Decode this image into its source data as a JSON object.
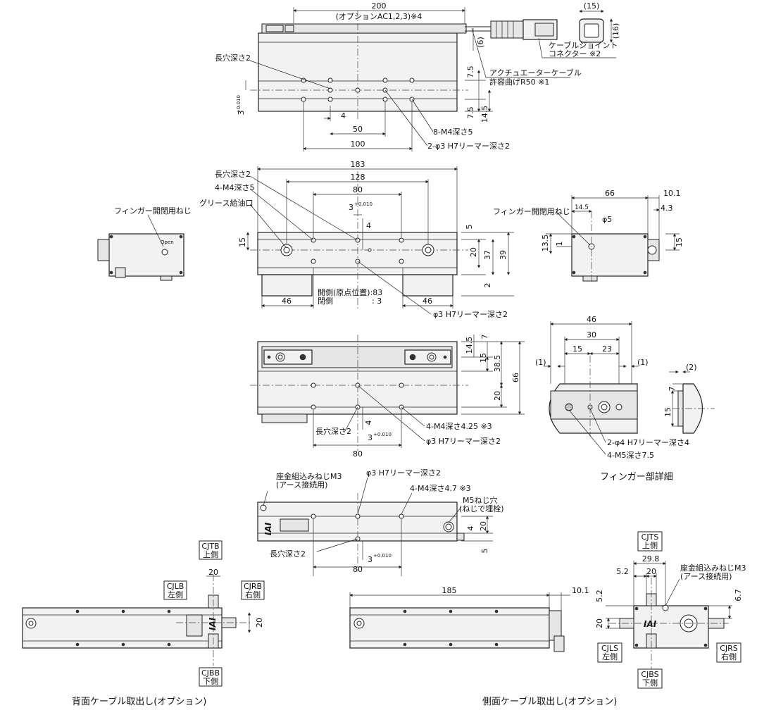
{
  "top_view": {
    "dims": {
      "d200": "200",
      "d_option": "(オプションAC1,2,3)※4",
      "d15": "(15)",
      "d16": "(16)",
      "d6": "(6)",
      "d7_5a": "7.5",
      "d7_5b": "7.5",
      "d14_5": "14.5",
      "d4": "4",
      "d50": "50",
      "d100": "100",
      "d3tol": "3"
    },
    "labels": {
      "slot": "長穴深さ2",
      "cable_joint": "ケーブルジョイント",
      "connector": "コネクター ※2",
      "actuator_cable": "アクチュエーターケーブル",
      "bend": "許容曲げR50 ※1",
      "m4": "8-M4深さ5",
      "reamer": "2-φ3 H7リーマー深さ2"
    }
  },
  "front_view": {
    "dims": {
      "d183": "183",
      "d128": "128",
      "d80": "80",
      "d3": "3",
      "d4": "4",
      "d5": "5",
      "d15": "15",
      "d20": "20",
      "d37": "37",
      "d39": "39",
      "d2": "2",
      "d46a": "46",
      "d46b": "46"
    },
    "labels": {
      "slot": "長穴深さ2",
      "m4": "4-M4深さ5",
      "grease": "グリース給油口",
      "finger_screw": "フィンガー開閉用ねじ",
      "open_pos": "開側(原点位置):83",
      "close_pos": "閉側　　　　　:  3",
      "reamer": "φ3 H7リーマー深さ2",
      "open_mark": "Open"
    }
  },
  "side_view": {
    "dims": {
      "d66": "66",
      "d10_1": "10.1",
      "d14_5": "14.5",
      "d4_3": "4.3",
      "d13_5": "13.5",
      "d1": "1",
      "d15": "15",
      "d5": "φ5"
    },
    "labels": {
      "finger_screw": "フィンガー開閉用ねじ"
    }
  },
  "bottom_view": {
    "dims": {
      "d14_5": "14.5",
      "d7": "7",
      "d15": "15",
      "d38_5": "38.5",
      "d66": "66",
      "d20": "20",
      "d4": "4",
      "d3": "3",
      "d80": "80"
    },
    "labels": {
      "m4": "4-M4深さ4.25 ※3",
      "slot": "長穴深さ2",
      "reamer": "φ3 H7リーマー深さ2"
    }
  },
  "finger_detail": {
    "title": "フィンガー部詳細",
    "dims": {
      "d46": "46",
      "d30": "30",
      "d15": "15",
      "d23": "23",
      "p1a": "(1)",
      "p1b": "(1)",
      "p2": "(2)",
      "d7": "7",
      "d15tol": "15"
    },
    "labels": {
      "reamer": "2-φ4 H7リーマー深さ4",
      "m5": "4-M5深さ7.5"
    }
  },
  "rear_view": {
    "dims": {
      "d20a": "20",
      "d4": "4",
      "d5": "5",
      "d80": "80",
      "d3": "3"
    },
    "labels": {
      "washer": "座金組込みねじM3",
      "earth": "(アース接続用)",
      "reamer": "φ3 H7リーマー深さ2",
      "m4": "4-M4深さ4.7 ※3",
      "m5": "M5ねじ穴",
      "plug": "(ねじで埋栓)",
      "slot": "長穴深さ2",
      "logo": "IAI"
    }
  },
  "back_cable": {
    "title": "背面ケーブル取出し(オプション)",
    "dims": {
      "d20a": "20",
      "d20b": "20"
    },
    "tags": {
      "cjtb": "CJTB",
      "top": "上側",
      "cjlb": "CJLB",
      "left": "左側",
      "cjrb": "CJRB",
      "right": "右側",
      "cjbb": "CJBB",
      "bottom": "下側"
    },
    "logo": "IAI"
  },
  "side_cable": {
    "title": "側面ケーブル取出し(オプション)",
    "dims": {
      "d185": "185",
      "d10_1": "10.1"
    }
  },
  "side_cable_end": {
    "dims": {
      "d29_8": "29.8",
      "d5_2a": "5.2",
      "d20a": "20",
      "d5_2b": "5.2",
      "d20b": "20",
      "d6_7": "6.7"
    },
    "labels": {
      "washer": "座金組込みねじM3",
      "earth": "(アース接続用)"
    },
    "tags": {
      "cjts": "CJTS",
      "top": "上側",
      "cjls": "CJLS",
      "left": "左側",
      "cjrs": "CJRS",
      "right": "右側",
      "cjbs": "CJBS",
      "bottom": "下側"
    },
    "logo": "IAI"
  }
}
